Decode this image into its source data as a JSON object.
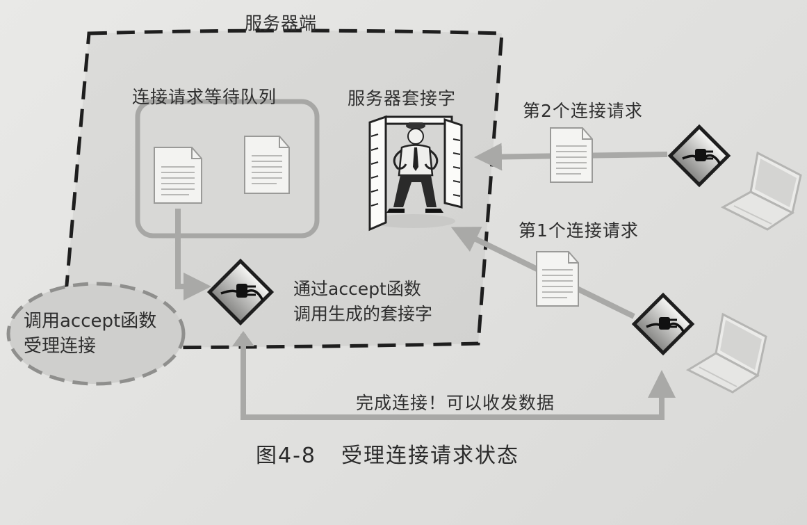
{
  "server_label": "服务器端",
  "queue_label": "连接请求等待队列",
  "server_socket_label": "服务器套接字",
  "request2_label": "第2个连接请求",
  "request1_label": "第1个连接请求",
  "accept_socket_label": [
    "通过accept函数",
    "调用生成的套接字"
  ],
  "accept_call_label": [
    "调用accept函数",
    "受理连接"
  ],
  "complete_label": "完成连接！可以收发数据",
  "caption": {
    "number": "图4-8",
    "title": "受理连接请求状态"
  }
}
